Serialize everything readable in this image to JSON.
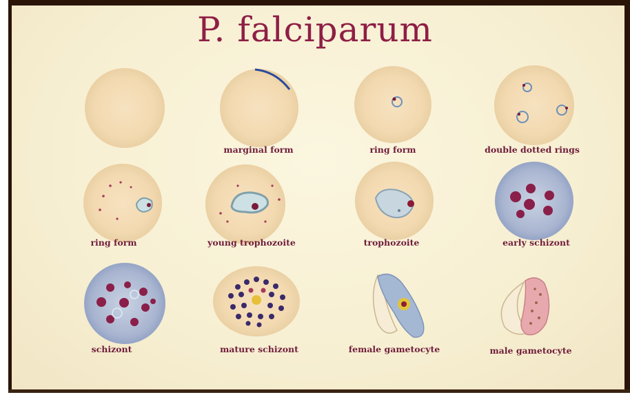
{
  "title": "P. falciparum",
  "labels": {
    "marginal": "marginal form",
    "ring1": "ring form",
    "double": "double dotted rings",
    "ring2": "ring form",
    "young": "young trophozoite",
    "tropho": "trophozoite",
    "early": "early schizont",
    "schizont": "schizont",
    "mature": "mature schizont",
    "female": "female gametocyte",
    "male": "male gametocyte"
  }
}
